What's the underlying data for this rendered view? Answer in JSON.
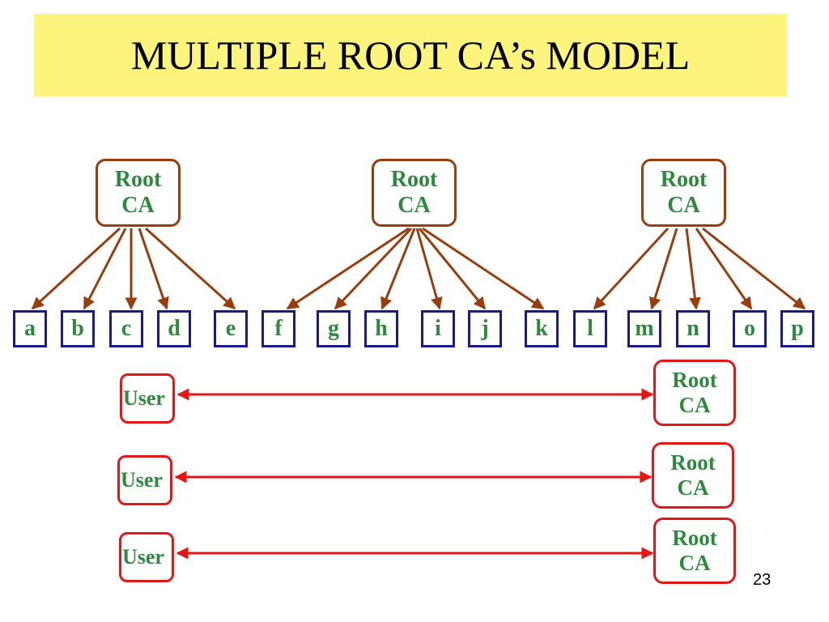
{
  "title": "MULTIPLE ROOT CA’s MODEL",
  "page_number": "23",
  "tree": {
    "roots": [
      {
        "line1": "Root",
        "line2": "CA",
        "children": [
          "a",
          "b",
          "c",
          "d",
          "e"
        ]
      },
      {
        "line1": "Root",
        "line2": "CA",
        "children": [
          "f",
          "g",
          "h",
          "i",
          "j",
          "k"
        ]
      },
      {
        "line1": "Root",
        "line2": "CA",
        "children": [
          "l",
          "m",
          "n",
          "o",
          "p"
        ]
      }
    ]
  },
  "trust_links": [
    {
      "user": "User",
      "root_line1": "Root",
      "root_line2": "CA"
    },
    {
      "user": "User",
      "root_line1": "Root",
      "root_line2": "CA"
    },
    {
      "user": "User",
      "root_line1": "Root",
      "root_line2": "CA"
    }
  ],
  "colors": {
    "title_background": "#fcf47c",
    "root_border": "#9a3d0c",
    "leaf_border": "#1a1a8a",
    "label_text": "#2b8a3b",
    "trust_link": "#e51616"
  }
}
